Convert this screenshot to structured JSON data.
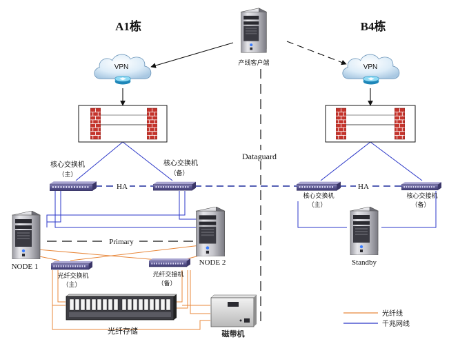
{
  "buildings": {
    "left": "A1栋",
    "right": "B4栋"
  },
  "client": {
    "label": "产线客户端"
  },
  "vpn": {
    "left": "VPN",
    "right": "VPN"
  },
  "dataguard": "Dataguard",
  "left_site": {
    "core_switch_main": [
      "核心交换机",
      "（主）"
    ],
    "core_switch_backup": [
      "核心交换机",
      "（备）"
    ],
    "ha": "HA",
    "primary": "Primary",
    "node1": "NODE 1",
    "node2": "NODE 2",
    "fc_switch_main": [
      "光纤交换机",
      "（主）"
    ],
    "fc_switch_backup": [
      "光纤交接机",
      "（备）"
    ],
    "storage": "光纤存储",
    "tape": "磁带机"
  },
  "right_site": {
    "core_switch_main": [
      "核心交换机",
      "（主）"
    ],
    "core_switch_backup": [
      "核心交接机",
      "（备）"
    ],
    "ha": "HA",
    "standby": "Standby"
  },
  "legend": {
    "fiber": {
      "label": "光纤线",
      "color": "#e8873a"
    },
    "gigabit": {
      "label": "千兆网线",
      "color": "#2a36c8"
    }
  },
  "colors": {
    "fiber": "#e8873a",
    "gigabit": "#2a36c8",
    "dash_black": "#111111",
    "dash_blue": "#1c2a9c",
    "firewall_brick": "#c4342c",
    "cloud_fill": "#d9ecf7"
  }
}
